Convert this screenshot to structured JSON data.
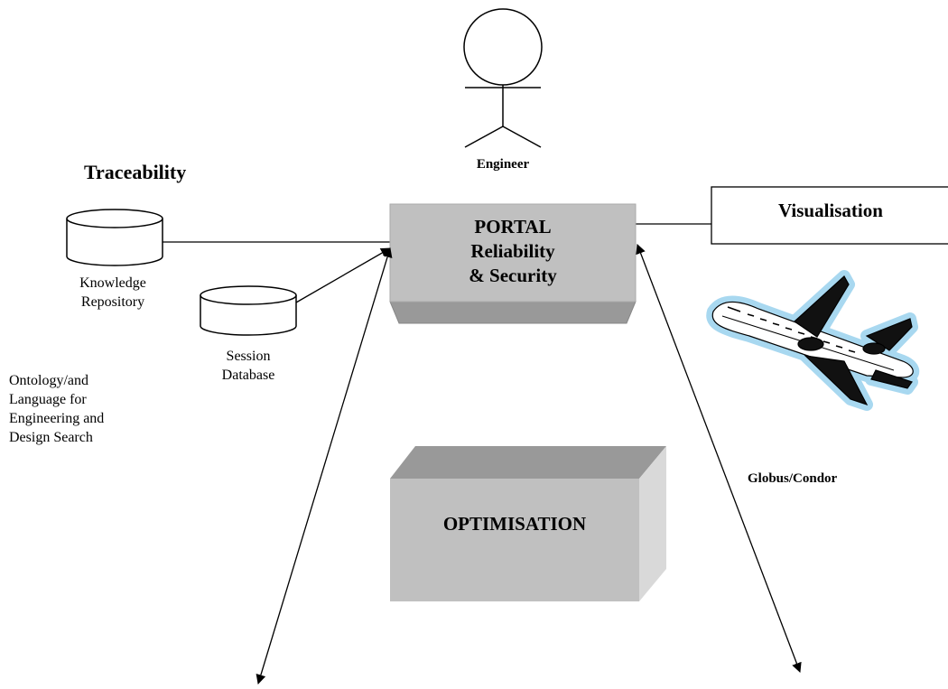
{
  "actor": {
    "label": "Engineer"
  },
  "traceability": {
    "heading": "Traceability",
    "knowledge_repository": "Knowledge\nRepository",
    "session_database": "Session\nDatabase",
    "ontology_note": "Ontology/and\nLanguage for\nEngineering and\nDesign Search"
  },
  "portal": {
    "line1": "PORTAL",
    "line2": "Reliability",
    "line3": "& Security"
  },
  "visualisation": {
    "label": "Visualisation"
  },
  "optimisation": {
    "label": "OPTIMISATION"
  },
  "grid": {
    "label": "Globus/Condor"
  },
  "icons": {
    "aircraft": "airplane-icon",
    "actor": "stick-figure-icon",
    "database": "database-icon"
  },
  "colors": {
    "box_fill": "#c0c0c0",
    "box_shade": "#999999",
    "box_light": "#d9d9d9",
    "plane_halo": "#a8d8f0"
  }
}
